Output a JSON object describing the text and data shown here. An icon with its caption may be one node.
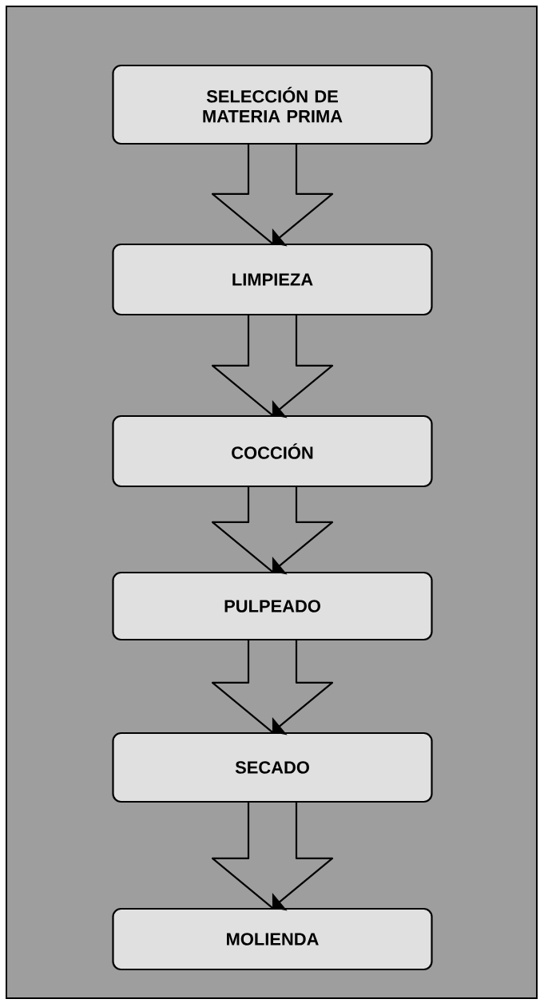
{
  "diagram": {
    "nodes": [
      {
        "text": [
          "SELECCIÓN DE MATERIA PRIMA"
        ]
      },
      {
        "text": [
          "LIMPIEZA"
        ]
      },
      {
        "text": [
          "COCCIÓN"
        ]
      },
      {
        "text": [
          "PULPEADO"
        ]
      },
      {
        "text": [
          "SECADO"
        ]
      },
      {
        "text": [
          "MOLIENDA"
        ]
      }
    ],
    "edges": [
      {
        "from": 0,
        "to": 1,
        "arrow": "to"
      },
      {
        "from": 1,
        "to": 2,
        "arrow": "to"
      },
      {
        "from": 2,
        "to": 3,
        "arrow": "to"
      },
      {
        "from": 3,
        "to": 4,
        "arrow": "to"
      },
      {
        "from": 4,
        "to": 5,
        "arrow": "to"
      }
    ]
  }
}
